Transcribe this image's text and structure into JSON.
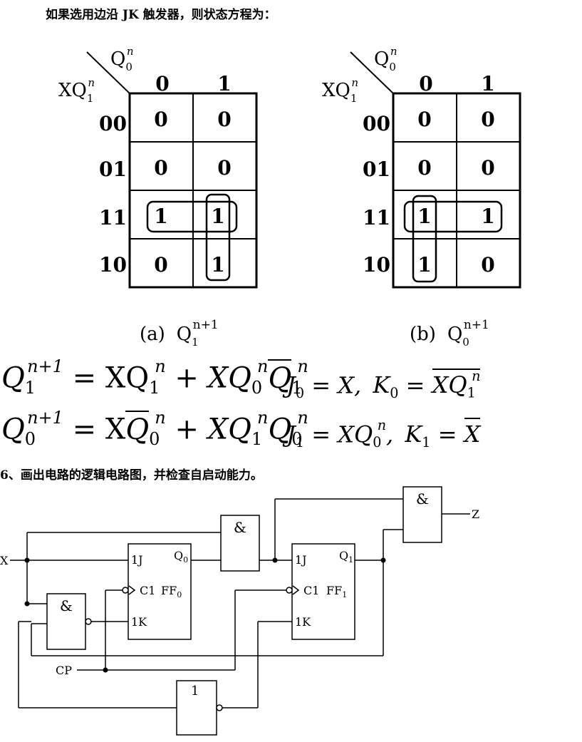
{
  "title_jk": "如果选用边沿 JK 触发器，则状态方程为：",
  "kmap_a": {
    "corner_top": "Q",
    "corner_top_sub": "0",
    "corner_top_sup": "n",
    "corner_left": "XQ",
    "corner_left_sub": "1",
    "corner_left_sup": "n",
    "cols": [
      "0",
      "1"
    ],
    "rows": [
      "00",
      "01",
      "11",
      "10"
    ],
    "cells": [
      [
        "0",
        "0"
      ],
      [
        "0",
        "0"
      ],
      [
        "1",
        "1"
      ],
      [
        "0",
        "1"
      ]
    ],
    "caption_prefix": "(a)",
    "caption_q": "Q",
    "caption_sub": "1",
    "caption_sup": "n+1"
  },
  "kmap_b": {
    "corner_top": "Q",
    "corner_top_sub": "0",
    "corner_top_sup": "n",
    "corner_left": "XQ",
    "corner_left_sub": "1",
    "corner_left_sup": "n",
    "cols": [
      "0",
      "1"
    ],
    "rows": [
      "00",
      "01",
      "11",
      "10"
    ],
    "cells": [
      [
        "0",
        "0"
      ],
      [
        "0",
        "0"
      ],
      [
        "1",
        "1"
      ],
      [
        "1",
        "0"
      ]
    ],
    "caption_prefix": "(b)",
    "caption_q": "Q",
    "caption_sub": "0",
    "caption_sup": "n+1"
  },
  "equations": {
    "eq1_lhs": "Q",
    "eq1_lhs_sub": "1",
    "eq1_lhs_sup": "n+1",
    "eq2_lhs": "Q",
    "eq2_lhs_sub": "0",
    "eq2_lhs_sup": "n+1",
    "eq1_rhs_a": "= XQ",
    "eq1_rhs_a_sub": "1",
    "eq1_rhs_a_sup": "n",
    "eq1_rhs_b": "+ XQ",
    "eq1_rhs_b_sub": "0",
    "eq1_rhs_b_sup": "n",
    "eq1_rhs_c": "Q",
    "eq1_rhs_c_sub": "1",
    "eq1_rhs_c_sup": "n",
    "eq2_rhs_a": "= X",
    "eq2_rhs_a2": "Q",
    "eq2_rhs_a_sub": "0",
    "eq2_rhs_a_sup": "n",
    "eq2_rhs_b": "+ XQ",
    "eq2_rhs_b_sub": "1",
    "eq2_rhs_b_sup": "n",
    "eq2_rhs_c": "Q",
    "eq2_rhs_c_sub": "0",
    "eq2_rhs_c_sup": "n",
    "j0": "J",
    "j0_sub": "0",
    "j0_rhs": "= X,",
    "k0": "K",
    "k0_sub": "0",
    "k0_rhs_eq": "=",
    "k0_rhs": "XQ",
    "k0_rhs_sub": "1",
    "k0_rhs_sup": "n",
    "j1": "J",
    "j1_sub": "1",
    "j1_rhs": "= XQ",
    "j1_rhs_sub": "0",
    "j1_rhs_sup": "n",
    "j1_comma": ",",
    "k1": "K",
    "k1_sub": "1",
    "k1_rhs_eq": "=",
    "k1_rhs": "X"
  },
  "title_6": "6、画出电路的逻辑电路图，并检查自启动能力。",
  "circuit": {
    "input_x": "X",
    "input_cp": "CP",
    "output_z": "Z",
    "and_symbol": "&",
    "not_symbol": "1",
    "ff0_j": "1J",
    "ff0_c": "C1",
    "ff0_k": "1K",
    "ff0_name": "FF",
    "ff0_sub": "0",
    "ff0_q": "Q",
    "ff0_q_sub": "0",
    "ff1_j": "1J",
    "ff1_c": "C1",
    "ff1_k": "1K",
    "ff1_name": "FF",
    "ff1_sub": "1",
    "ff1_q": "Q",
    "ff1_q_sub": "1"
  }
}
